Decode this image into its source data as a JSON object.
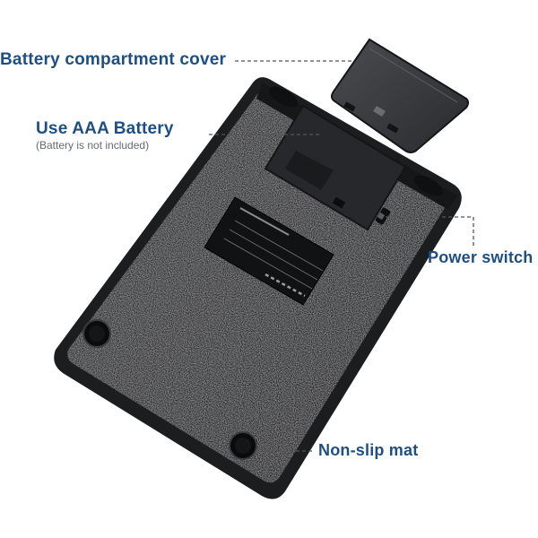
{
  "callouts": {
    "battery_cover": "Battery compartment cover",
    "battery_type": "Use AAA Battery",
    "battery_note": "(Battery is not included)",
    "power_switch": "Power switch",
    "non_slip_mat": "Non-slip mat"
  },
  "colors": {
    "callout_text": "#1f4f82",
    "note_text": "#666a70",
    "device_body": "#2f3134",
    "device_edge": "#1a1b1d",
    "leader_line": "#555555"
  }
}
